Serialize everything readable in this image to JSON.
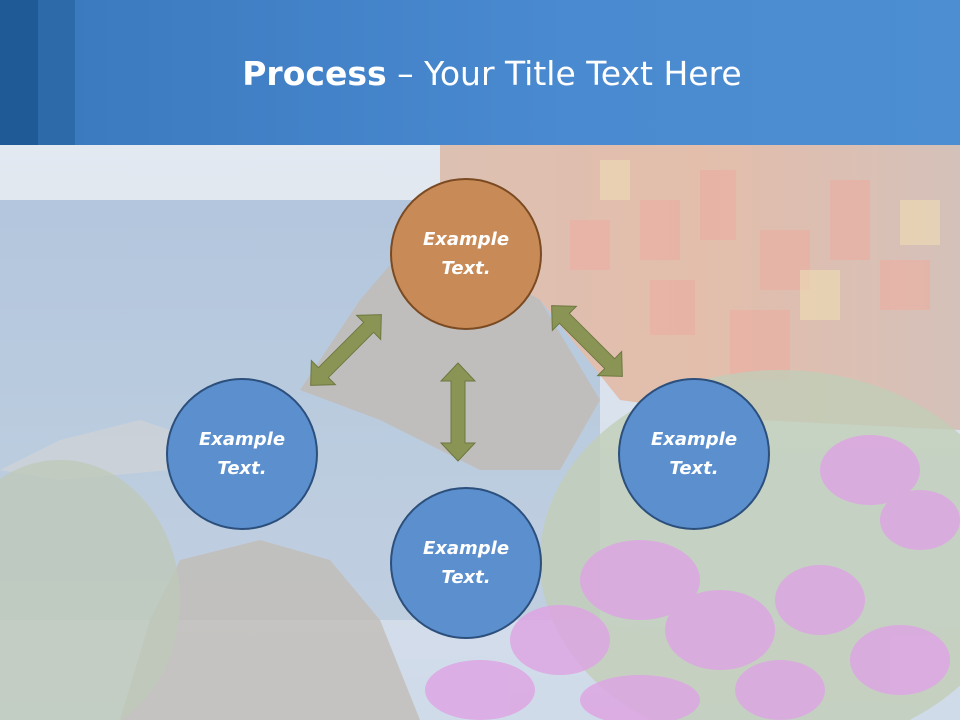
{
  "slide": {
    "title_bold": "Process",
    "title_rest": " – Your Title Text Here"
  },
  "nodes": {
    "top": "Example Text.",
    "left": "Example Text.",
    "right": "Example Text.",
    "bottom": "Example Text."
  },
  "colors": {
    "header": "#4a8ad0",
    "center_node": "#c88a56",
    "outer_node": "#5b8fce",
    "arrow": "#8a9455"
  }
}
